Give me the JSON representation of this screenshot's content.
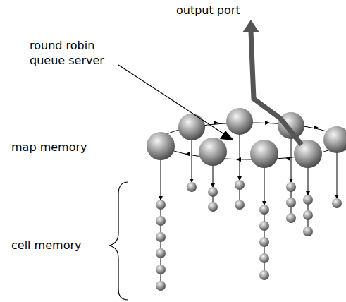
{
  "diagram": {
    "labels": [
      "output port",
      "round robin queue server",
      "map memory",
      "cell memory"
    ]
  }
}
